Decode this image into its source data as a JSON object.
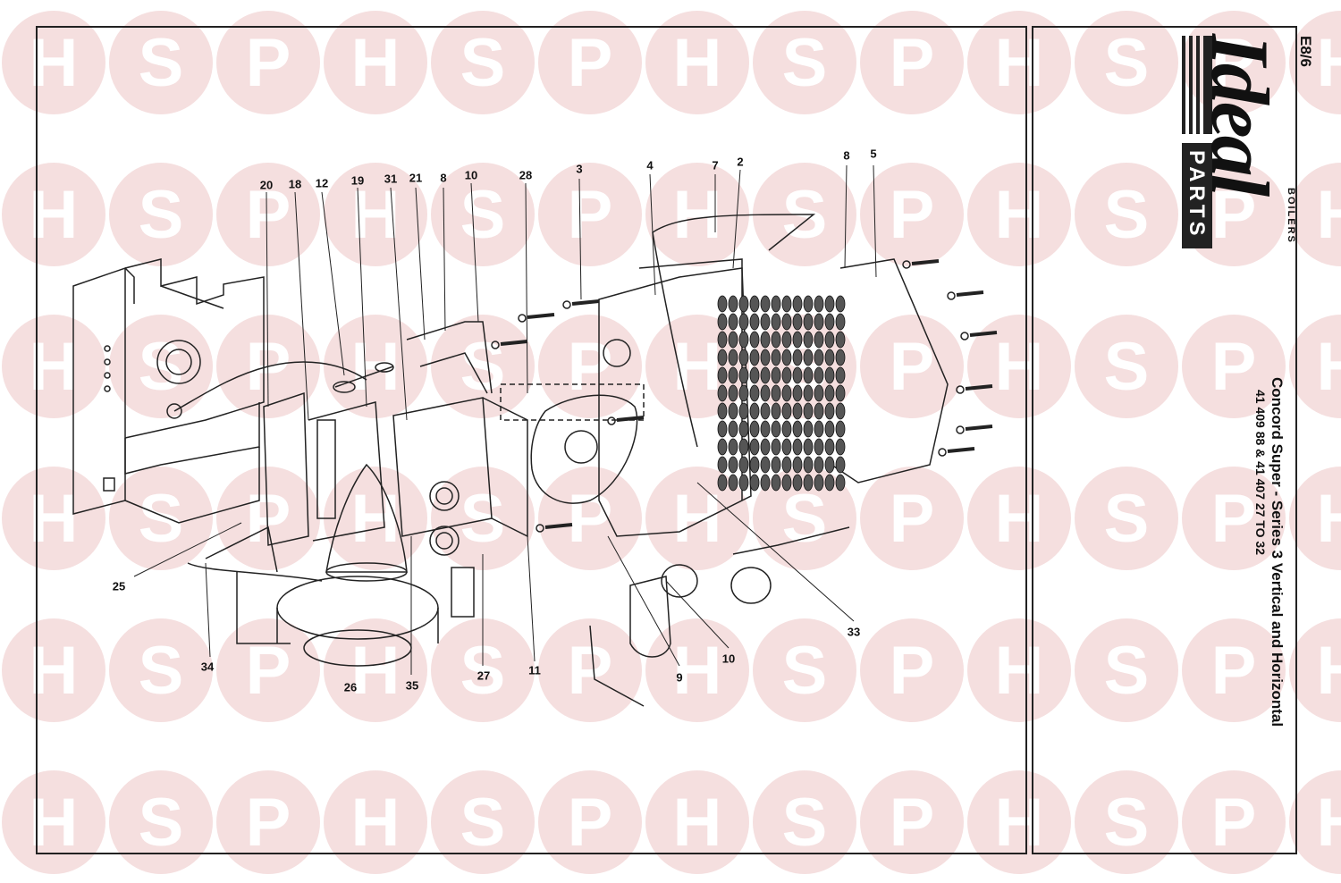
{
  "watermark": {
    "letters": [
      "H",
      "S",
      "P"
    ],
    "color": "#e8b8b8"
  },
  "title_block": {
    "sheet_code": "E8/6",
    "logo_word": "Ideal",
    "logo_boilers": "BOILERS",
    "logo_parts": "PARTS",
    "product_title": "Concord Super - Series 3 Vertical and Horizontal",
    "part_numbers": "41 409 88 & 41 407 27 TO 32"
  },
  "callouts": [
    {
      "id": "c-20",
      "text": "20"
    },
    {
      "id": "c-18",
      "text": "18"
    },
    {
      "id": "c-12",
      "text": "12"
    },
    {
      "id": "c-19",
      "text": "19"
    },
    {
      "id": "c-31",
      "text": "31"
    },
    {
      "id": "c-21",
      "text": "21"
    },
    {
      "id": "c-8a",
      "text": "8"
    },
    {
      "id": "c-10a",
      "text": "10"
    },
    {
      "id": "c-28",
      "text": "28"
    },
    {
      "id": "c-3",
      "text": "3"
    },
    {
      "id": "c-4",
      "text": "4"
    },
    {
      "id": "c-7",
      "text": "7"
    },
    {
      "id": "c-2",
      "text": "2"
    },
    {
      "id": "c-8b",
      "text": "8"
    },
    {
      "id": "c-5",
      "text": "5"
    },
    {
      "id": "c-25",
      "text": "25"
    },
    {
      "id": "c-34",
      "text": "34"
    },
    {
      "id": "c-26",
      "text": "26"
    },
    {
      "id": "c-35",
      "text": "35"
    },
    {
      "id": "c-27",
      "text": "27"
    },
    {
      "id": "c-11",
      "text": "11"
    },
    {
      "id": "c-9",
      "text": "9"
    },
    {
      "id": "c-10b",
      "text": "10"
    },
    {
      "id": "c-33",
      "text": "33"
    }
  ]
}
